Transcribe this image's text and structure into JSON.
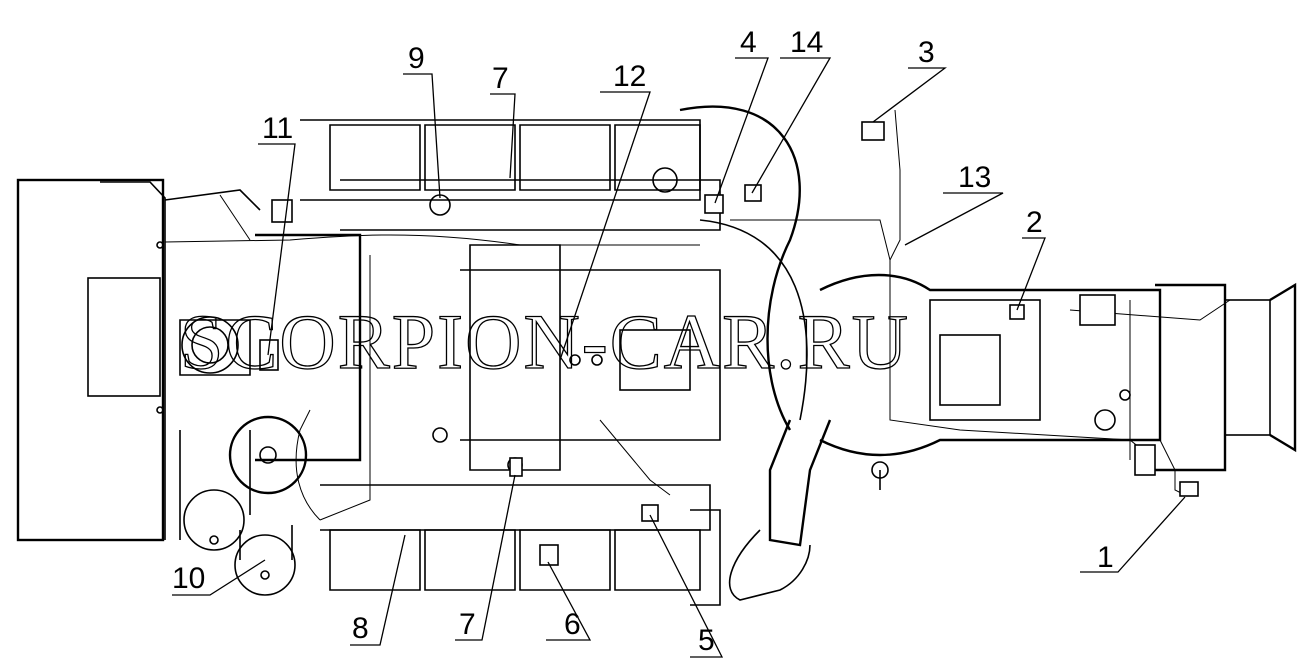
{
  "watermark": "SCORPION-CAR.RU",
  "callouts": [
    {
      "id": "c1",
      "label": "1"
    },
    {
      "id": "c2",
      "label": "2"
    },
    {
      "id": "c3",
      "label": "3"
    },
    {
      "id": "c4",
      "label": "4"
    },
    {
      "id": "c5",
      "label": "5"
    },
    {
      "id": "c6",
      "label": "6"
    },
    {
      "id": "c7a",
      "label": "7"
    },
    {
      "id": "c7b",
      "label": "7"
    },
    {
      "id": "c8",
      "label": "8"
    },
    {
      "id": "c9",
      "label": "9"
    },
    {
      "id": "c10",
      "label": "10"
    },
    {
      "id": "c11",
      "label": "11"
    },
    {
      "id": "c12",
      "label": "12"
    },
    {
      "id": "c13",
      "label": "13"
    },
    {
      "id": "c14",
      "label": "14"
    }
  ]
}
